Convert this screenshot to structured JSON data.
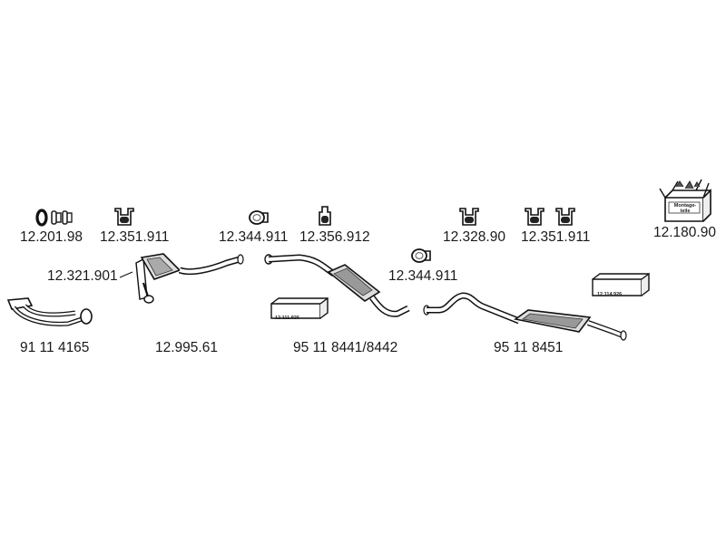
{
  "parts": {
    "seal_ring": {
      "label": "12.201.98",
      "icon": "seal-ring-icon"
    },
    "hanger_a": {
      "label": "12.351.911",
      "icon": "rubber-hanger-icon"
    },
    "gasket": {
      "label": "12.321.901",
      "icon": "flange-gasket-icon"
    },
    "clamp_a": {
      "label": "12.344.911",
      "icon": "pipe-clamp-icon"
    },
    "hanger_b": {
      "label": "12.356.912",
      "icon": "rubber-hanger-icon"
    },
    "hanger_c": {
      "label": "12.328.90",
      "icon": "rubber-hanger-icon"
    },
    "hanger_d": {
      "label": "12.351.911",
      "icon": "rubber-hanger-icon"
    },
    "mounting_kit": {
      "label": "12.180.90",
      "icon": "mounting-kit-box-icon",
      "box_text": "Montage-teile"
    },
    "clamp_b": {
      "label": "12.344.911",
      "icon": "pipe-clamp-icon"
    },
    "front_pipe": {
      "label": "91 11 4165",
      "icon": "front-pipe-icon"
    },
    "catalyst": {
      "label": "12.995.61",
      "icon": "catalytic-converter-icon"
    },
    "middle_silencer": {
      "label": "95 11 8441/8442",
      "icon": "middle-silencer-icon"
    },
    "middle_kit_box": {
      "box_text": "12.111.926"
    },
    "rear_silencer": {
      "label": "95 11 8451",
      "icon": "rear-silencer-icon"
    },
    "rear_kit_box": {
      "box_text": "12.114.926"
    }
  }
}
